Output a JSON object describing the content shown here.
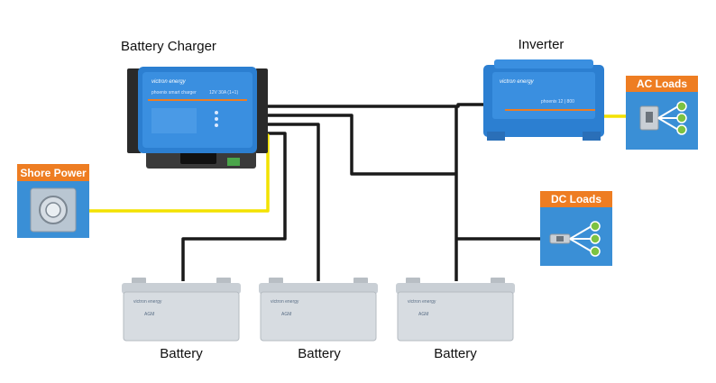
{
  "labels": {
    "battery_charger": "Battery Charger",
    "inverter": "Inverter",
    "battery_1": "Battery",
    "battery_2": "Battery",
    "battery_3": "Battery"
  },
  "boxes": {
    "shore_power": "Shore Power",
    "ac_loads": "AC Loads",
    "dc_loads": "DC Loads"
  },
  "device_text": {
    "charger_brand": "victron energy",
    "charger_model": "phoenix smart charger",
    "charger_rating": "12V 30A (1+1)",
    "inverter_brand": "victron energy",
    "inverter_model": "phoenix 12 | 800",
    "battery_brand_1": "victron energy",
    "battery_brand_2": "victron energy",
    "battery_brand_3": "victron energy",
    "battery_model": "AGM"
  },
  "colors": {
    "header_orange": "#ee7d22",
    "box_blue": "#3a8fd6",
    "device_blue": "#2c7fd1",
    "wire_dark": "#1a1a1a",
    "wire_yellow": "#f3e200",
    "load_green": "#7cc242"
  }
}
